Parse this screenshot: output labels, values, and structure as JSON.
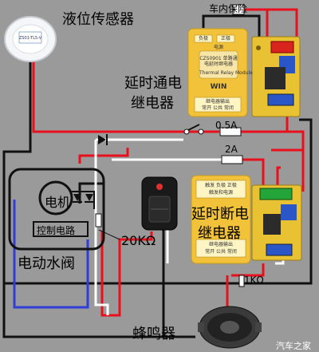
{
  "labels": {
    "sensor": "液位传感器",
    "car_fuse": "车内保险",
    "on_delay_relay_1": "延时通电",
    "on_delay_relay_2": "继电器",
    "off_delay_relay_1": "延时断电",
    "off_delay_relay_2": "继电器",
    "fuse_1": "0.5A",
    "fuse_2": "2A",
    "motor": "电机",
    "control_circuit": "控制电路",
    "electric_valve": "电动水阀",
    "resistor_20k": "20KΩ",
    "resistor_1k": "1KΩ",
    "buzzer": "蜂鸣器",
    "watermark": "汽车之家"
  },
  "module_on": {
    "top_labels": [
      "负极",
      "正极"
    ],
    "top_sub": "电源",
    "model": "CZS0901 单路通电延时继电器",
    "sub": "Thermal Relay Module",
    "brand": "WIN",
    "bottom_1": "继电器输出",
    "bottom_2": "常开 公共 常闭"
  },
  "module_off": {
    "top_1": "触发 负极 正极",
    "top_2": "触发和电源",
    "bottom_1": "继电器输出",
    "bottom_2": "常开 公共 常闭"
  },
  "sensor_label": "ZS01-TL5-V",
  "colors": {
    "background": "#9a9a9a",
    "red_wire": "#e8101c",
    "white_wire": "#ffffff",
    "black_wire": "#111111",
    "blue_wire": "#2f3ed6",
    "module": "#f2c33a",
    "relay_board": "#e9c233"
  }
}
